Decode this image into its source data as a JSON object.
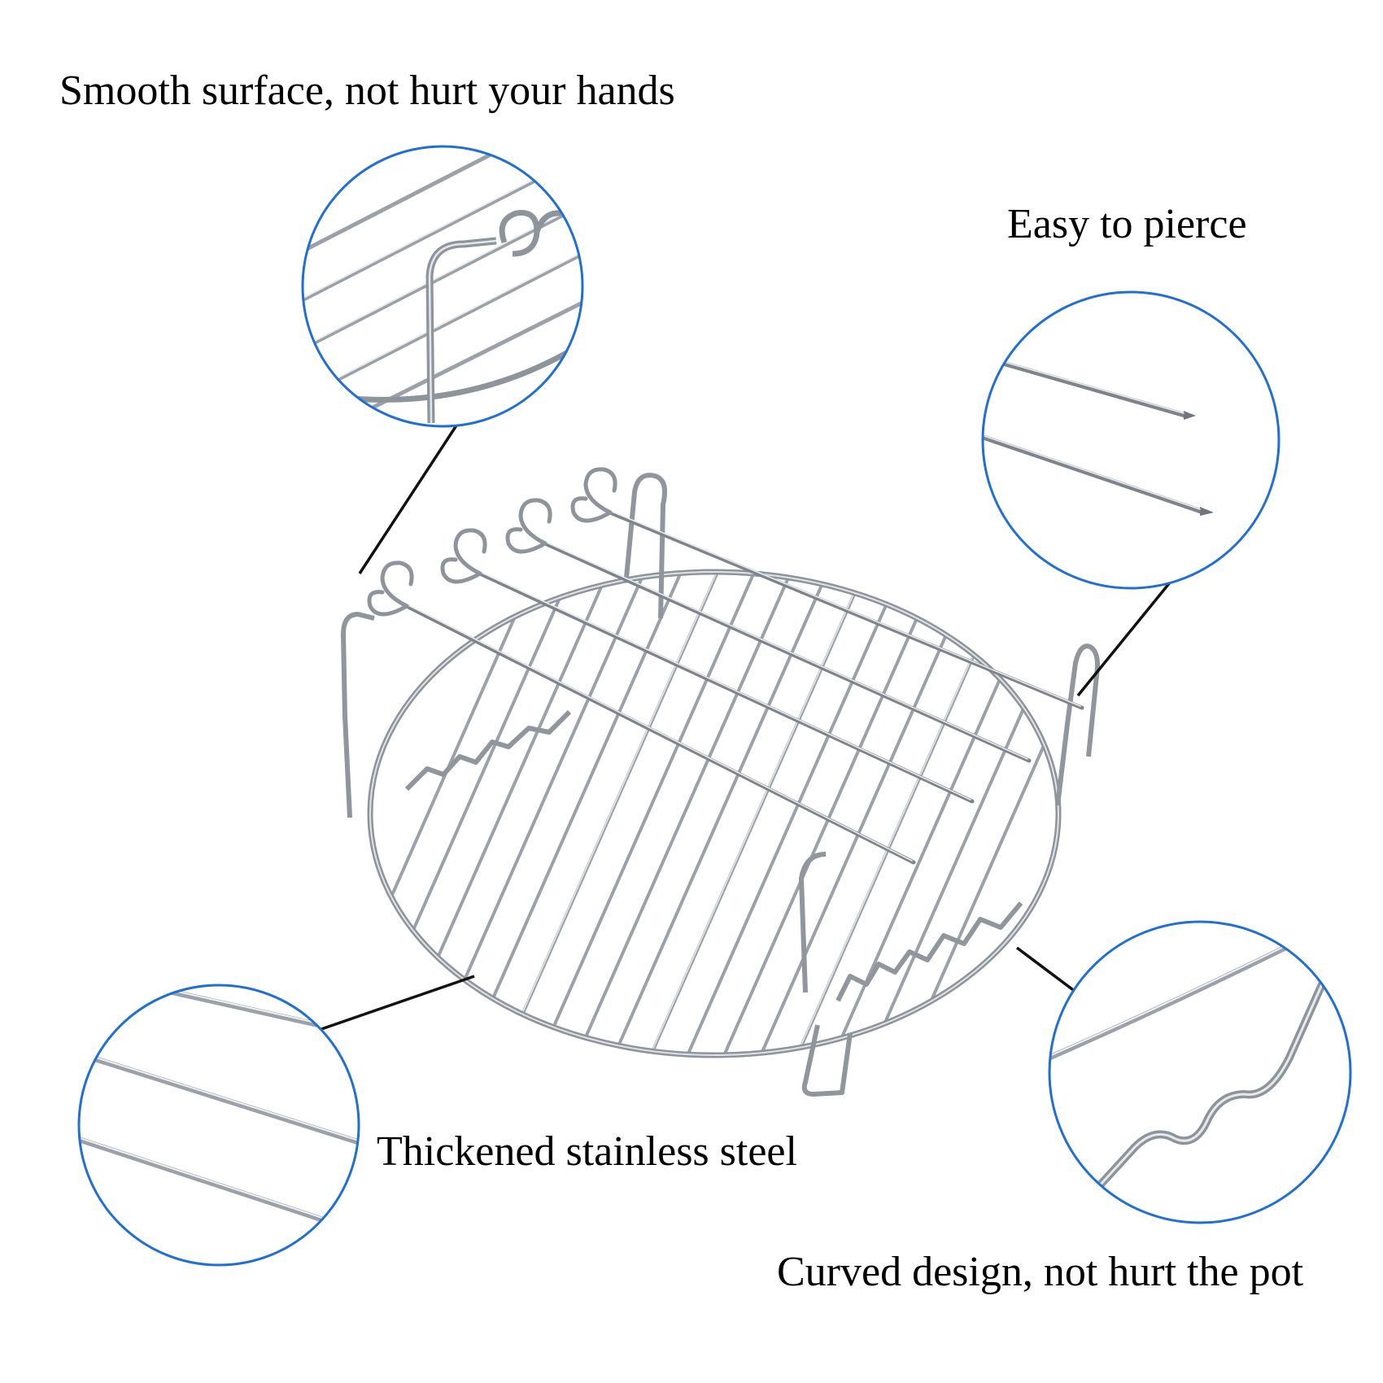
{
  "captions": {
    "smooth": "Smooth surface, not hurt your hands",
    "pierce": "Easy to pierce",
    "steel": "Thickened stainless steel",
    "curved": "Curved design, not hurt the pot"
  },
  "colors": {
    "circle_border": "#1f6fd6",
    "steel_light": "#e9ecef",
    "steel_mid": "#b4bac0",
    "steel_dark": "#7d848b",
    "leader_line": "#111111",
    "background": "#ffffff"
  }
}
